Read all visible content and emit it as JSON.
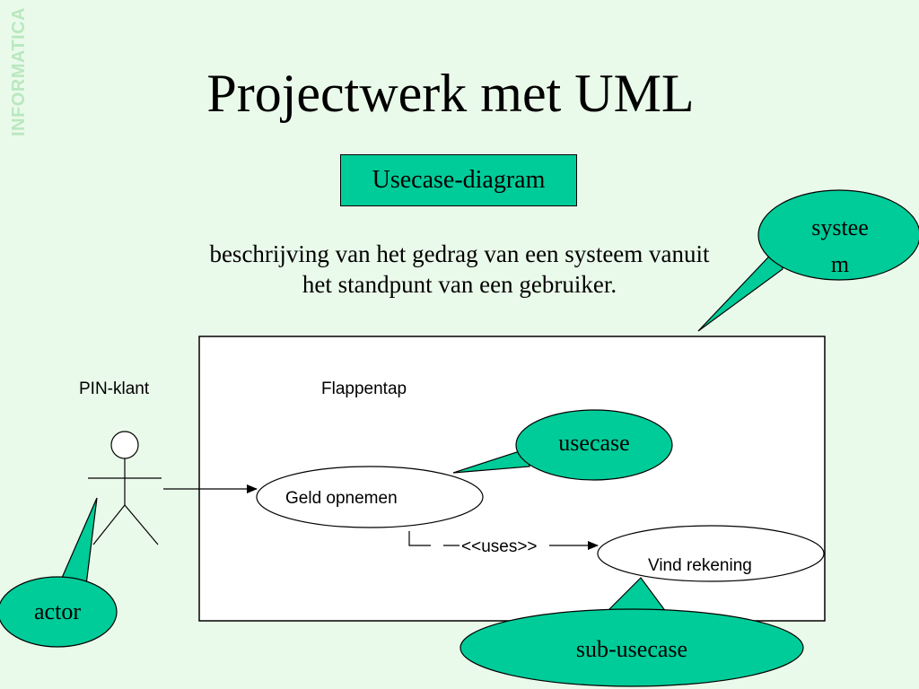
{
  "side_label": "INFORMATICA",
  "title": "Projectwerk met UML",
  "subtitle": "Usecase-diagram",
  "description": {
    "line1": "beschrijving van het gedrag van een systeem vanuit",
    "line2": "het standpunt van een gebruiker."
  },
  "diagram": {
    "actor_name": "PIN-klant",
    "system_name": "Flappentap",
    "usecase_main": "Geld opnemen",
    "usecase_sub": "Vind rekening",
    "relation_label": "<<uses>>"
  },
  "callouts": {
    "system_line1": "systee",
    "system_line2": "m",
    "usecase": "usecase",
    "actor": "actor",
    "sub_usecase": "sub-usecase"
  },
  "colors": {
    "background": "#eafaea",
    "accent": "#00cc99",
    "side_label": "#b9e8c0"
  }
}
